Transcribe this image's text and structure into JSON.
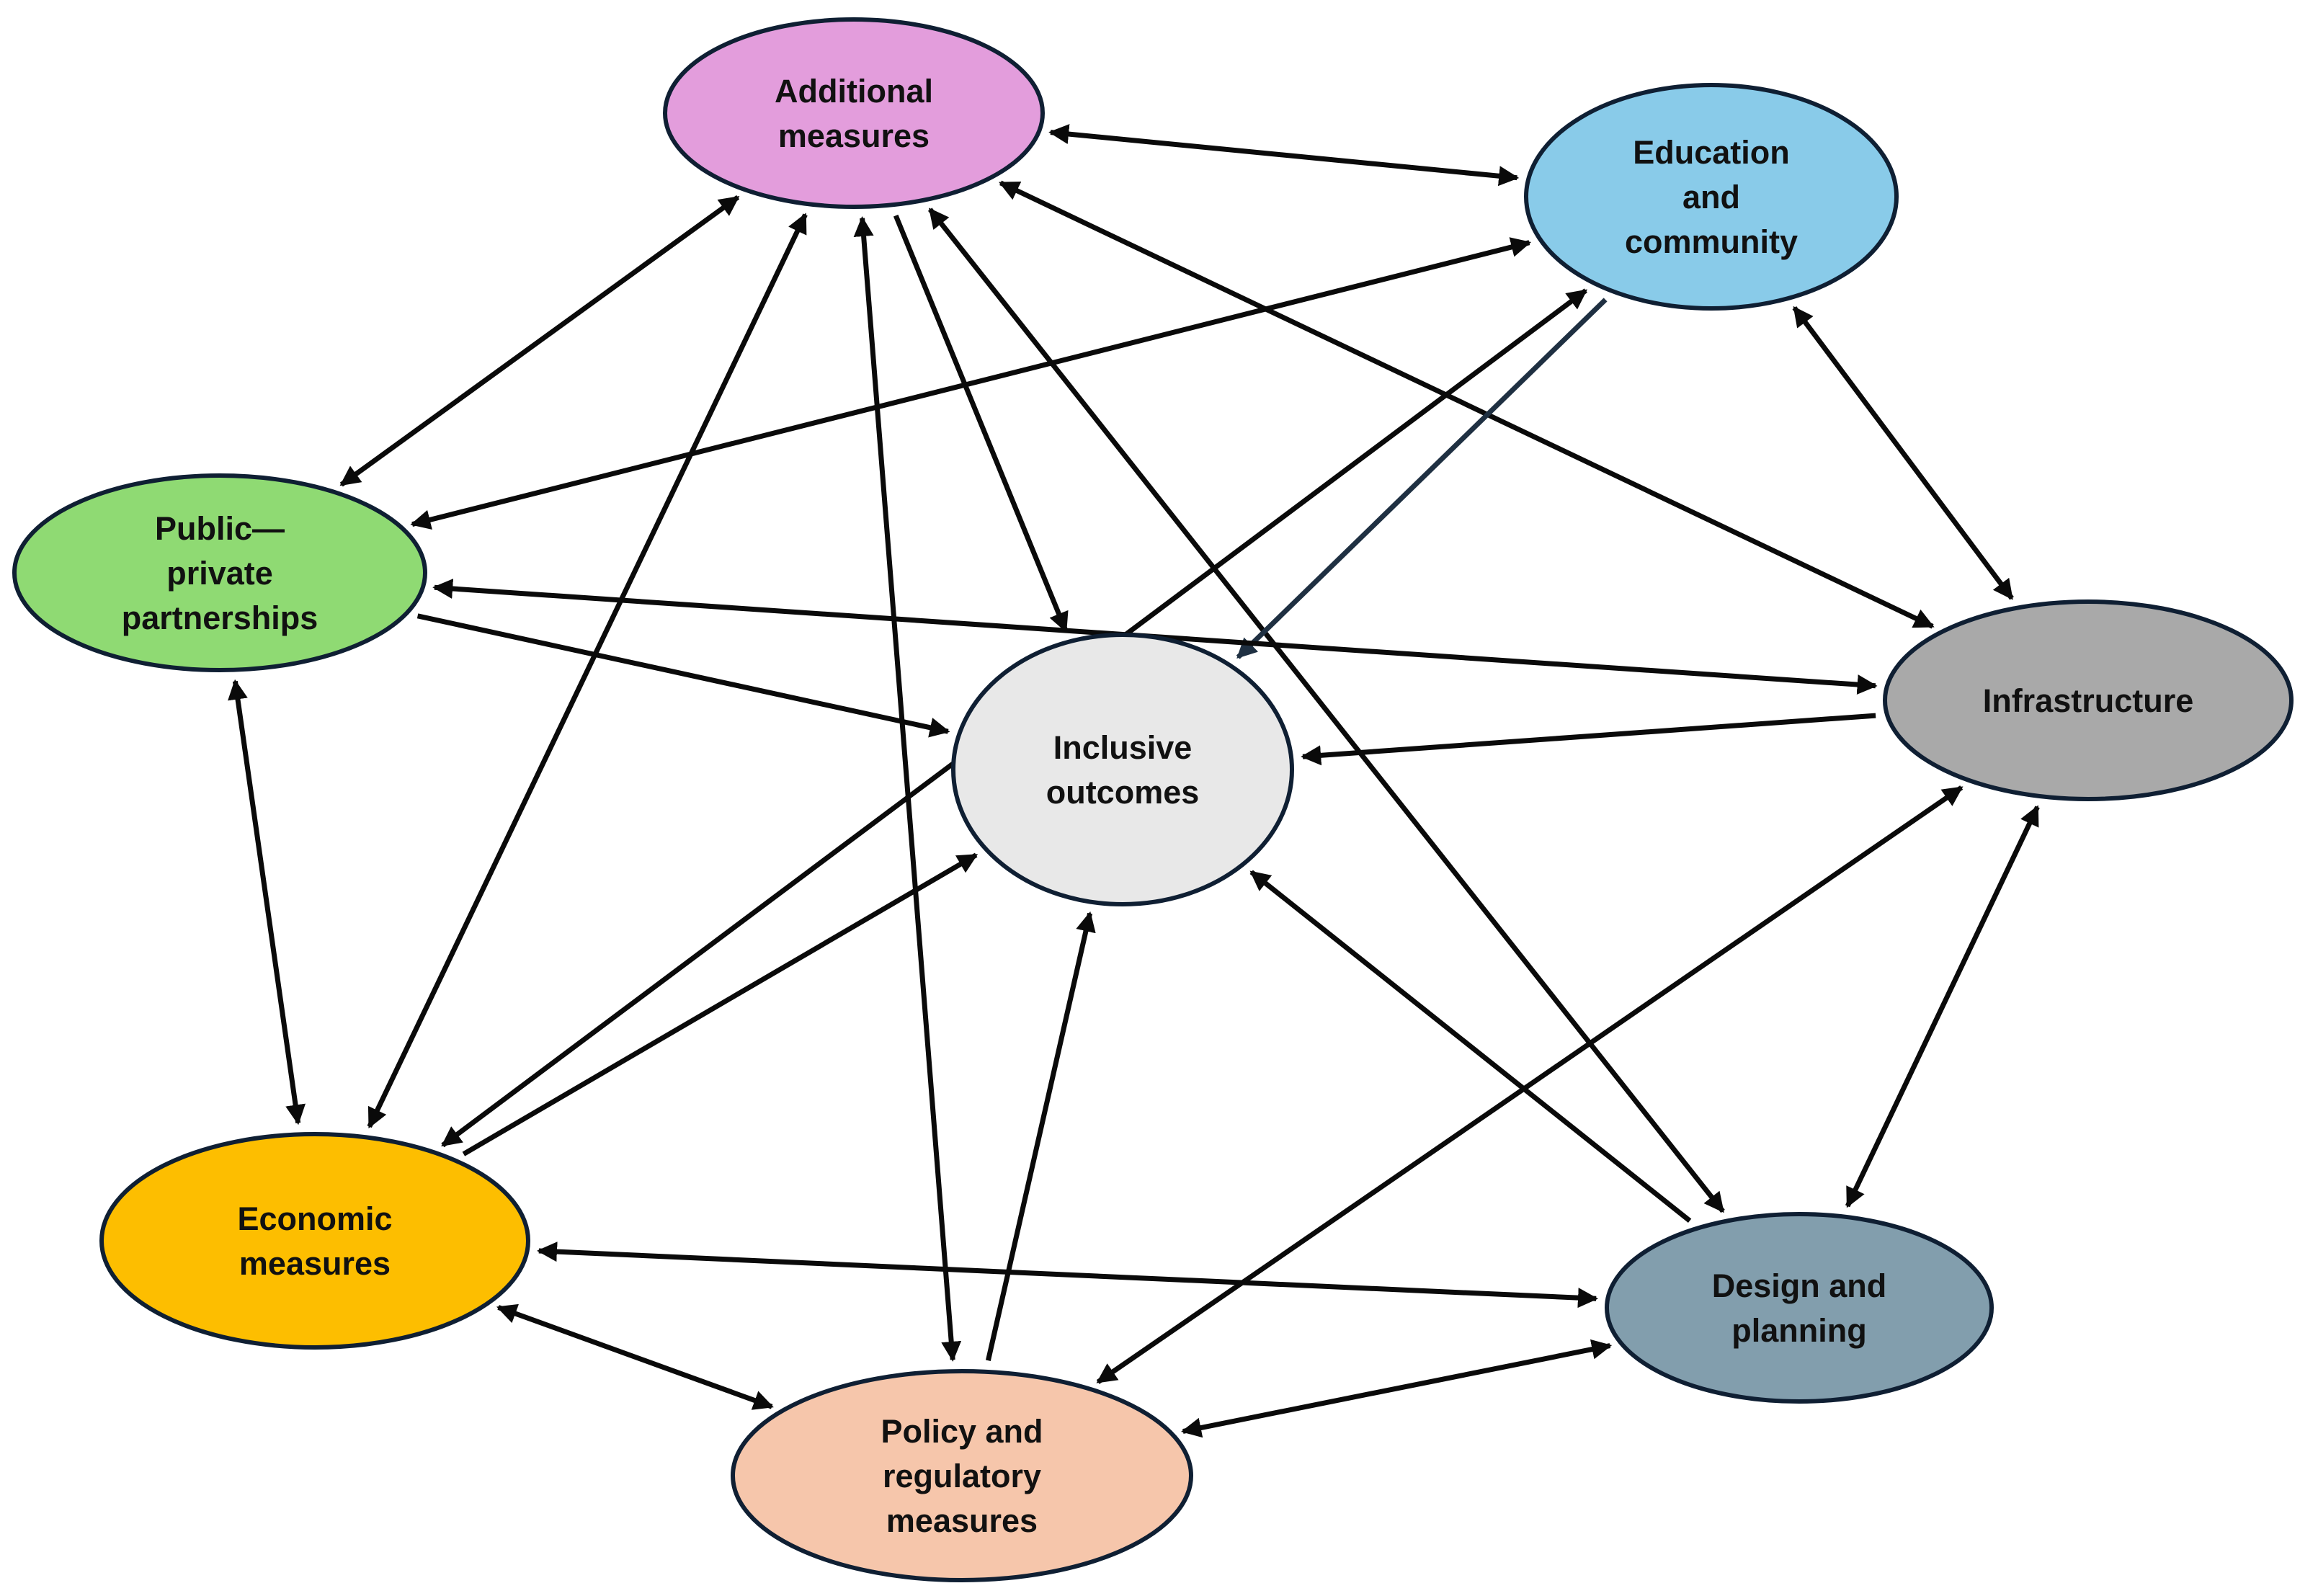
{
  "nodes": [
    {
      "id": "additional",
      "name": "node-additional-measures",
      "lines": [
        "Additional",
        "measures"
      ],
      "color": "#e39ddc"
    },
    {
      "id": "education",
      "name": "node-education-and-community",
      "lines": [
        "Education",
        "and",
        "community"
      ],
      "color": "#89cbe9"
    },
    {
      "id": "ppp",
      "name": "node-public-private-partnerships",
      "lines": [
        "Public—",
        "private",
        "partnerships"
      ],
      "color": "#8fda73"
    },
    {
      "id": "inclusive",
      "name": "node-inclusive-outcomes",
      "lines": [
        "Inclusive",
        "outcomes"
      ],
      "color": "#e8e8e8"
    },
    {
      "id": "infrastructure",
      "name": "node-infrastructure",
      "lines": [
        "Infrastructure"
      ],
      "color": "#a9a9a9"
    },
    {
      "id": "economic",
      "name": "node-economic-measures",
      "lines": [
        "Economic",
        "measures"
      ],
      "color": "#fdbe00"
    },
    {
      "id": "design",
      "name": "node-design-and-planning",
      "lines": [
        "Design and",
        "planning"
      ],
      "color": "#829ead"
    },
    {
      "id": "policy",
      "name": "node-policy-and-regulatory-measures",
      "lines": [
        "Policy and",
        "regulatory",
        "measures"
      ],
      "color": "#f6c6ab"
    }
  ],
  "edges": [
    {
      "from": "additional",
      "to": "education",
      "bidirectional": true
    },
    {
      "from": "additional",
      "to": "ppp",
      "bidirectional": true
    },
    {
      "from": "additional",
      "to": "economic",
      "bidirectional": true
    },
    {
      "from": "additional",
      "to": "policy",
      "bidirectional": true
    },
    {
      "from": "additional",
      "to": "inclusive",
      "bidirectional": false
    },
    {
      "from": "additional",
      "to": "design",
      "bidirectional": true
    },
    {
      "from": "additional",
      "to": "infrastructure",
      "bidirectional": true
    },
    {
      "from": "education",
      "to": "ppp",
      "bidirectional": true
    },
    {
      "from": "education",
      "to": "economic",
      "bidirectional": true
    },
    {
      "from": "education",
      "to": "inclusive",
      "bidirectional": false,
      "accent": true
    },
    {
      "from": "education",
      "to": "infrastructure",
      "bidirectional": true
    },
    {
      "from": "ppp",
      "to": "infrastructure",
      "bidirectional": true
    },
    {
      "from": "ppp",
      "to": "inclusive",
      "bidirectional": false
    },
    {
      "from": "ppp",
      "to": "economic",
      "bidirectional": true
    },
    {
      "from": "infrastructure",
      "to": "inclusive",
      "bidirectional": false
    },
    {
      "from": "infrastructure",
      "to": "policy",
      "bidirectional": true
    },
    {
      "from": "infrastructure",
      "to": "design",
      "bidirectional": true
    },
    {
      "from": "economic",
      "to": "inclusive",
      "bidirectional": false
    },
    {
      "from": "economic",
      "to": "design",
      "bidirectional": true
    },
    {
      "from": "economic",
      "to": "policy",
      "bidirectional": true
    },
    {
      "from": "policy",
      "to": "inclusive",
      "bidirectional": false
    },
    {
      "from": "design",
      "to": "inclusive",
      "bidirectional": false
    },
    {
      "from": "design",
      "to": "policy",
      "bidirectional": true
    }
  ]
}
